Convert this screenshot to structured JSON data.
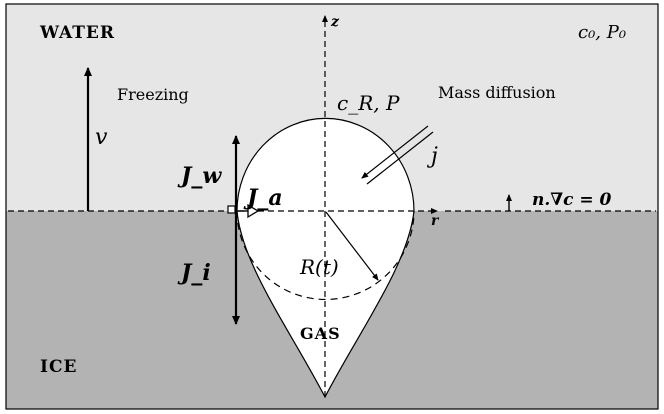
{
  "regions": {
    "water_label": "WATER",
    "ice_label": "ICE",
    "gas_label": "GAS"
  },
  "labels": {
    "freezing": "Freezing",
    "velocity": "v",
    "mass_diffusion": "Mass diffusion",
    "flux_j": "j",
    "far_field": "c₀, P₀",
    "bubble_conc_pressure": "c_R, P",
    "radius": "R(t)",
    "axis_z": "z",
    "axis_r": "r",
    "flux_water": "J_w",
    "flux_air": "J_a",
    "flux_ice": "J_i",
    "boundary_condition": "n.∇c = 0"
  },
  "colors": {
    "water": "#e6e6e6",
    "ice": "#b3b3b3",
    "gas": "#ffffff",
    "stroke": "#000000"
  }
}
